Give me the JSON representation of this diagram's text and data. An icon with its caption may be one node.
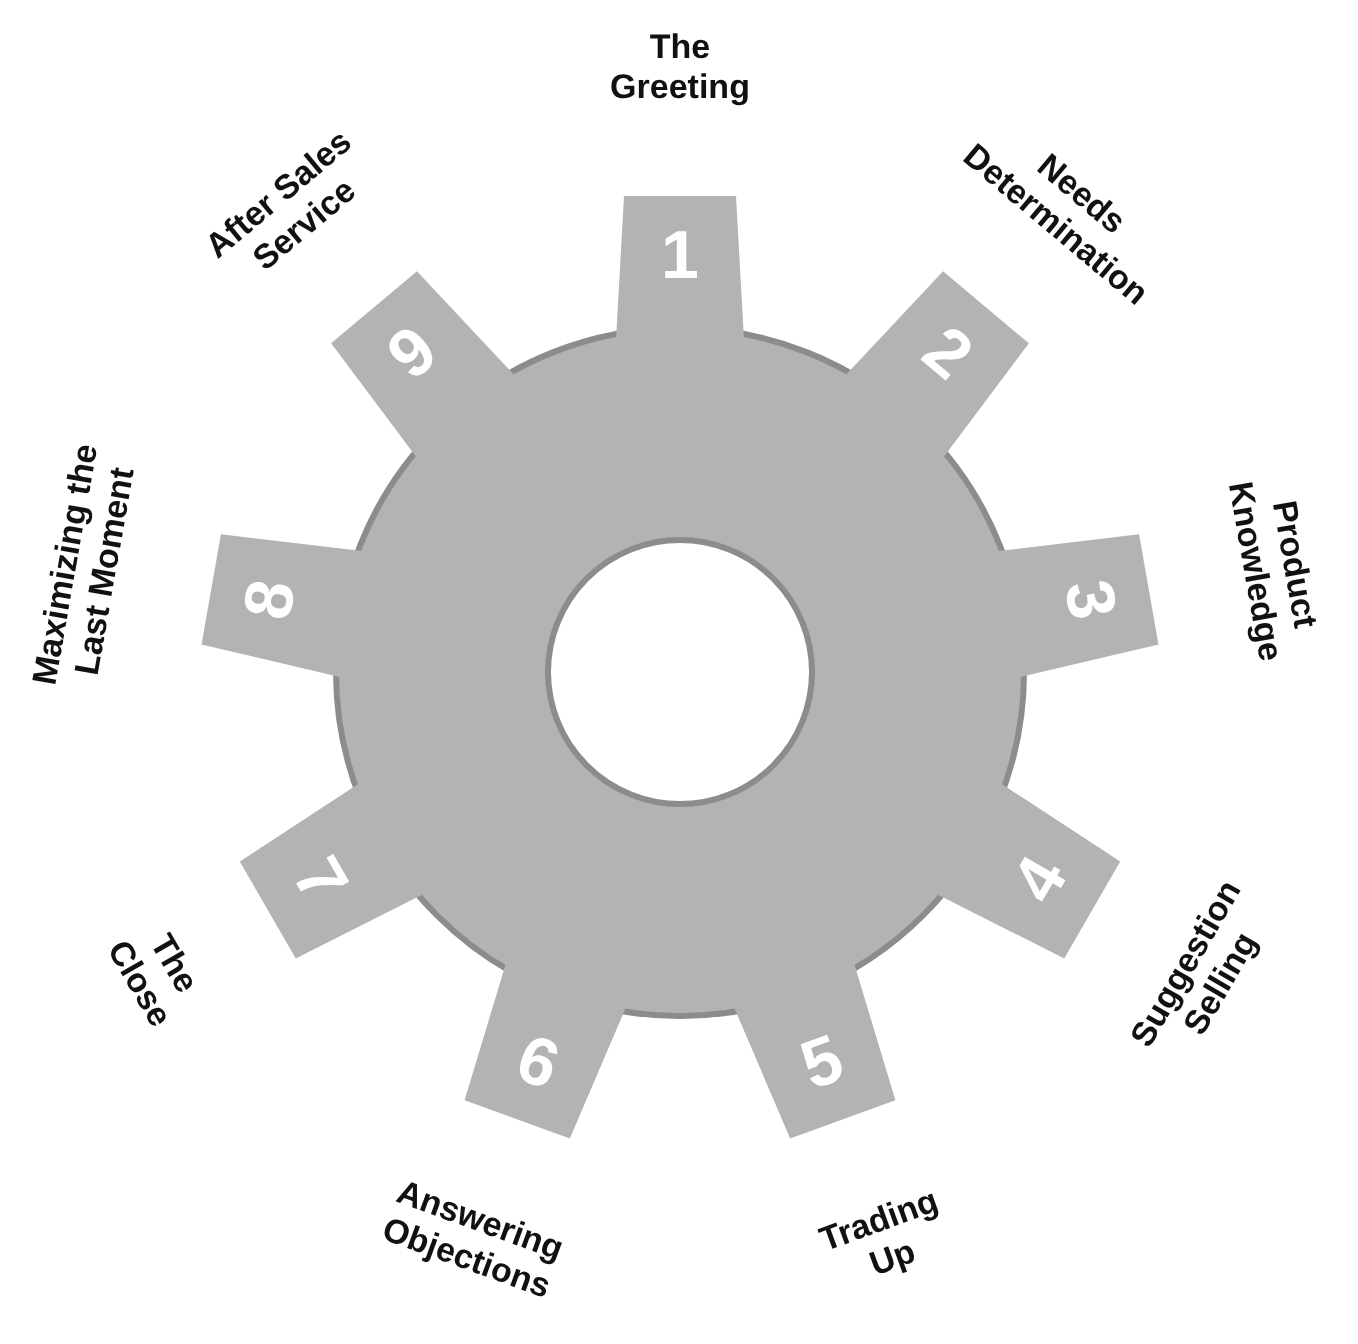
{
  "diagram": {
    "nodes": [
      {
        "text": [
          "1"
        ],
        "beside": [
          "The Greeting"
        ]
      },
      {
        "text": [
          "2"
        ],
        "beside": [
          "Needs Determination"
        ]
      },
      {
        "text": [
          "3"
        ],
        "beside": [
          "Product Knowledge"
        ]
      },
      {
        "text": [
          "4"
        ],
        "beside": [
          "Suggestion Selling"
        ]
      },
      {
        "text": [
          "5"
        ],
        "beside": [
          "Trading Up"
        ]
      },
      {
        "text": [
          "6"
        ],
        "beside": [
          "Answering Objections"
        ]
      },
      {
        "text": [
          "7"
        ],
        "beside": [
          "The Close"
        ]
      },
      {
        "text": [
          "8"
        ],
        "beside": [
          "Maximizing the Last Moment"
        ]
      },
      {
        "text": [
          "9"
        ],
        "beside": [
          "After Sales Service"
        ]
      }
    ],
    "edges": []
  }
}
